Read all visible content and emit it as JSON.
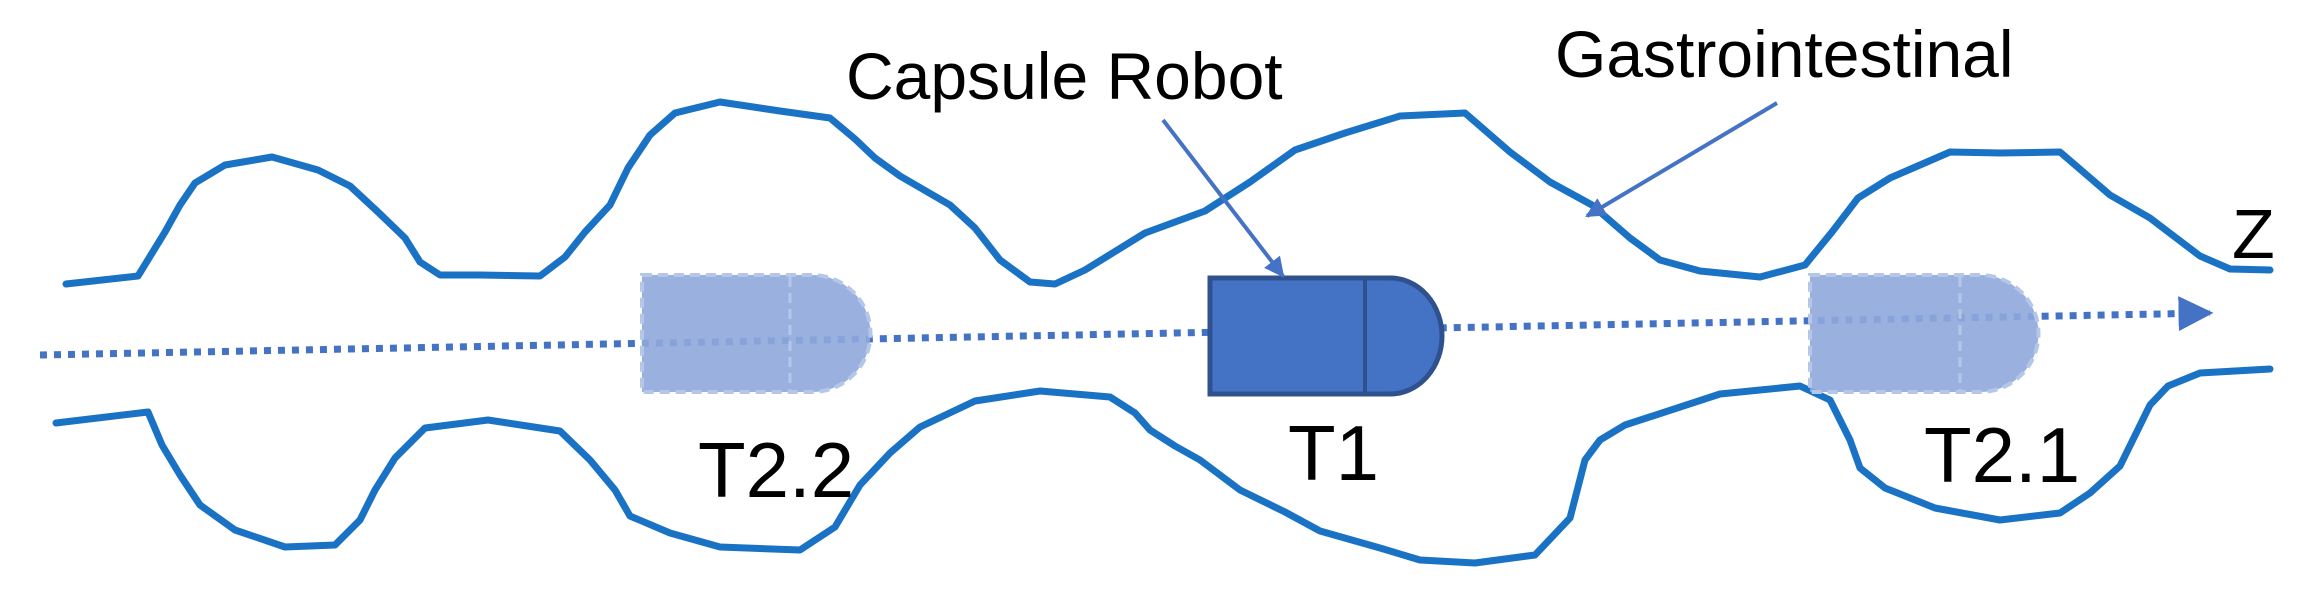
{
  "labels": {
    "capsule_robot": "Capsule Robot",
    "gastrointestinal": "Gastrointestinal",
    "axis_z": "Z",
    "pos_t1": "T1",
    "pos_t2_1": "T2.1",
    "pos_t2_2": "T2.2"
  },
  "colors": {
    "tract_wall": "#1a72c4",
    "axis": "#4472c4",
    "capsule_fill": "#4472c4",
    "capsule_stroke": "#2f528f",
    "ghost_fill": "#8fa9dc",
    "ghost_stroke": "#b4c7e7",
    "pointer": "#4472c4",
    "text": "#000000"
  }
}
